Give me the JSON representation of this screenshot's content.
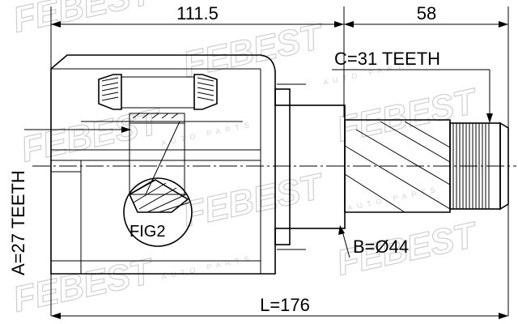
{
  "dimensions": {
    "top_left_length": "111.5",
    "top_right_length": "58",
    "outer_spline": "C=31 TEETH",
    "inner_spline": "A=27 TEETH",
    "seal_diameter": "B=Ø44",
    "total_length": "L=176"
  },
  "callouts": {
    "fig_label": "FIG2"
  },
  "watermark": {
    "brand": "FEBEST",
    "tagline": "AUTO PARTS"
  },
  "colors": {
    "line": "#000000",
    "background": "#ffffff",
    "watermark": "#cfcfcf"
  }
}
